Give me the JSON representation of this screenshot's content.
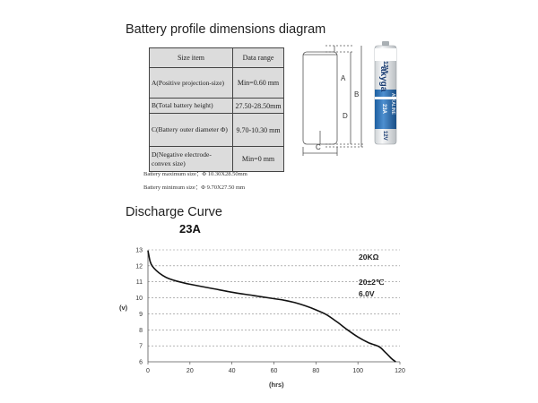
{
  "profile": {
    "title": "Battery profile dimensions diagram",
    "headers": [
      "Size item",
      "Data range"
    ],
    "rows": [
      {
        "item": "A(Positive projection-size)",
        "value": "Min=0.60 mm"
      },
      {
        "item": "B(Total battery height)",
        "value": "27.50-28.50mm"
      },
      {
        "item": "C(Battery outer diameter Φ)",
        "value": "9.70-10.30 mm"
      },
      {
        "item": "D(Negative electrode-convex size)",
        "value": "Min=0 mm"
      }
    ],
    "max_size": "Battery maximum size：Φ 10.30X28.50mm",
    "min_size": "Battery minimum size：Φ 9.70X27.50 mm",
    "diagram_letters": [
      "A",
      "B",
      "D",
      "C"
    ]
  },
  "battery_photo": {
    "brand": "akyga",
    "label_top": "12V",
    "label_side": "ALKALINE",
    "label_model": "23A",
    "label_bottom": "12V"
  },
  "discharge": {
    "title": "Discharge Curve",
    "model": "23A",
    "load": "20KΩ",
    "temperature": "20±2℃",
    "cutoff": "6.0V"
  },
  "chart_data": {
    "type": "line",
    "title": "",
    "xlabel": "(hrs)",
    "ylabel": "(v)",
    "xlim": [
      0,
      120
    ],
    "ylim": [
      6,
      13
    ],
    "xticks": [
      0,
      20,
      40,
      60,
      80,
      100,
      120
    ],
    "yticks": [
      6,
      7,
      8,
      9,
      10,
      11,
      12,
      13
    ],
    "grid": "horizontal dashed",
    "series": [
      {
        "x": [
          0,
          1,
          2,
          4,
          7,
          10,
          15,
          20,
          30,
          40,
          50,
          60,
          65,
          70,
          75,
          80,
          85,
          90,
          95,
          100,
          105,
          110,
          113,
          116,
          118
        ],
        "y": [
          12.95,
          12.3,
          12.0,
          11.7,
          11.4,
          11.2,
          11.0,
          10.85,
          10.6,
          10.35,
          10.15,
          9.95,
          9.85,
          9.7,
          9.5,
          9.25,
          8.95,
          8.5,
          8.0,
          7.55,
          7.2,
          6.95,
          6.6,
          6.2,
          6.0
        ]
      }
    ]
  }
}
